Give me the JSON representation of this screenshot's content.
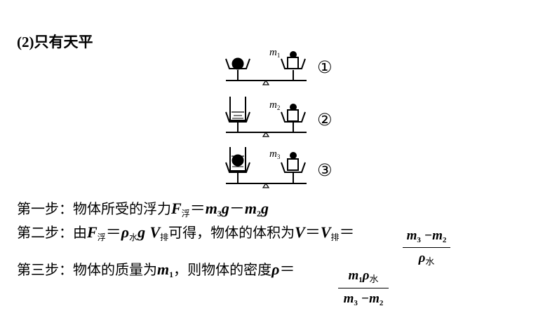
{
  "heading": {
    "number": "(2)",
    "text": "只有天平"
  },
  "diagram": {
    "rows": [
      {
        "mass_label": "m",
        "mass_sub": "1",
        "circle_label": "①"
      },
      {
        "mass_label": "m",
        "mass_sub": "2",
        "circle_label": "②"
      },
      {
        "mass_label": "m",
        "mass_sub": "3",
        "circle_label": "③"
      }
    ]
  },
  "steps": {
    "s1": {
      "prefix": "第一步：物体所受的浮力",
      "F": "F",
      "F_sub": "浮",
      "eq": "＝",
      "m3": "m",
      "m3_sub": "3",
      "g1": "g",
      "minus": "－",
      "m2": "m",
      "m2_sub": "2",
      "g2": "g"
    },
    "s2": {
      "prefix": "第二步：由",
      "F": "F",
      "F_sub": "浮",
      "eq": "＝",
      "rho": "ρ",
      "rho_sub": "水",
      "g": "g",
      "V": "V",
      "V_sub": "排",
      "mid": "可得，物体的体积为",
      "V2": "V",
      "eq2": "＝",
      "V3": "V",
      "V3_sub": "排",
      "eq3": "＝",
      "frac": {
        "num_m3": "m",
        "num_m3_sub": "3",
        "num_minus": " −",
        "num_m2": "m",
        "num_m2_sub": "2",
        "den_rho": "ρ",
        "den_rho_sub": "水"
      }
    },
    "s3": {
      "prefix": "第三步：物体的质量为",
      "m1": "m",
      "m1_sub": "1",
      "mid": "，则物体的密度",
      "rho": "ρ",
      "eq": "＝",
      "frac": {
        "num_m1": "m",
        "num_m1_sub": "1",
        "num_rho": "ρ",
        "num_rho_sub": "水",
        "den_m3": "m",
        "den_m3_sub": "3",
        "den_minus": " −",
        "den_m2": "m",
        "den_m2_sub": "2"
      }
    }
  }
}
